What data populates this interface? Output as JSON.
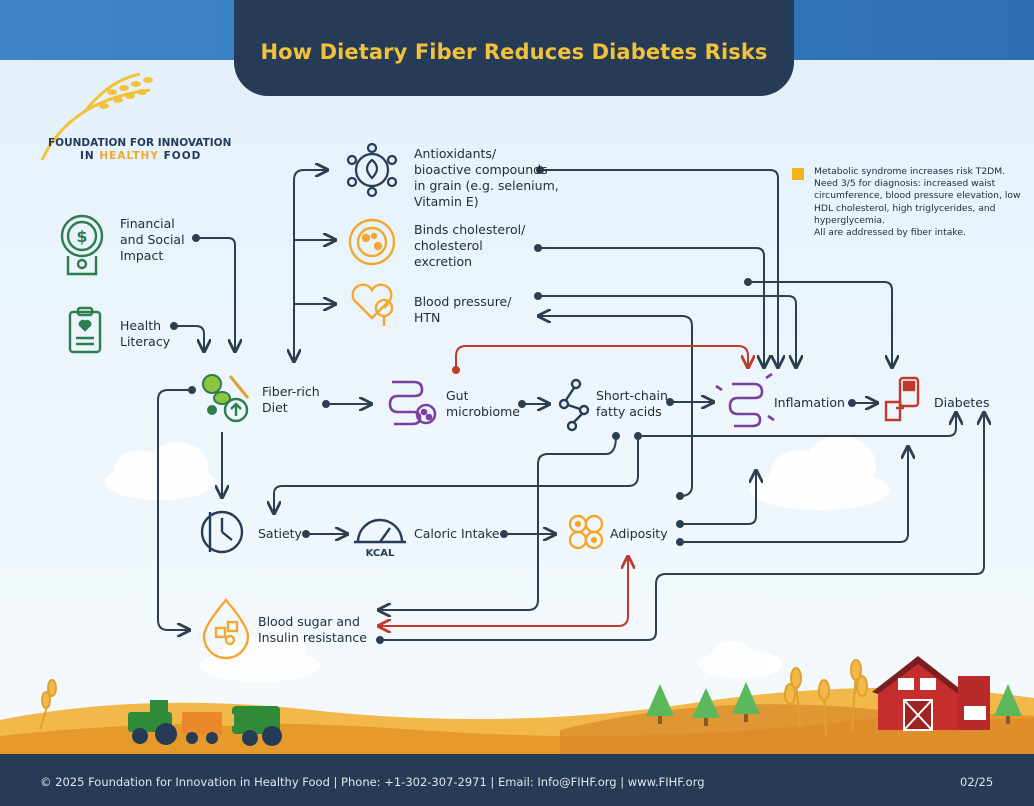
{
  "title": "How Dietary Fiber Reduces Diabetes Risks",
  "logo": {
    "line1": "FOUNDATION FOR INNOVATION",
    "line2_a": "IN ",
    "line2_b": "HEALTHY",
    "line2_c": " FOOD"
  },
  "nodes": {
    "financial": "Financial\nand Social\nImpact",
    "literacy": "Health\nLiteracy",
    "fiber": "Fiber-rich\nDiet",
    "antioxidants": "Antioxidants/\nbioactive compounds\nin grain (e.g. selenium,\nVitamin E)",
    "cholesterol": "Binds cholesterol/\ncholesterol\nexcretion",
    "bp": "Blood pressure/\nHTN",
    "gut": "Gut\nmicrobiome",
    "scfa": "Short-chain\nfatty acids",
    "inflammation": "Inflamation",
    "diabetes": "Diabetes",
    "satiety": "Satiety",
    "caloric": "Caloric Intake",
    "adiposity": "Adiposity",
    "bloodsugar": "Blood sugar and\nInsulin resistance",
    "kcal": "KCAL"
  },
  "note": "Metabolic syndrome increases risk T2DM. Need 3/5 for diagnosis: increased waist circumference, blood pressure elevation, low HDL cholesterol, high triglycerides, and hyperglycemia.\nAll are addressed by fiber intake.",
  "footer": {
    "text": "© 2025 Foundation for Innovation in Healthy Food  |  Phone: +1-302-307-2971 | Email: Info@FIHF.org  |  www.FIHF.org",
    "page": "02/25"
  },
  "colors": {
    "navy": "#263b55",
    "arrow": "#2c3e50",
    "red_arrow": "#c0392b",
    "gold": "#f3c23a",
    "green": "#2e7d4f",
    "purple": "#7b3fa0"
  }
}
